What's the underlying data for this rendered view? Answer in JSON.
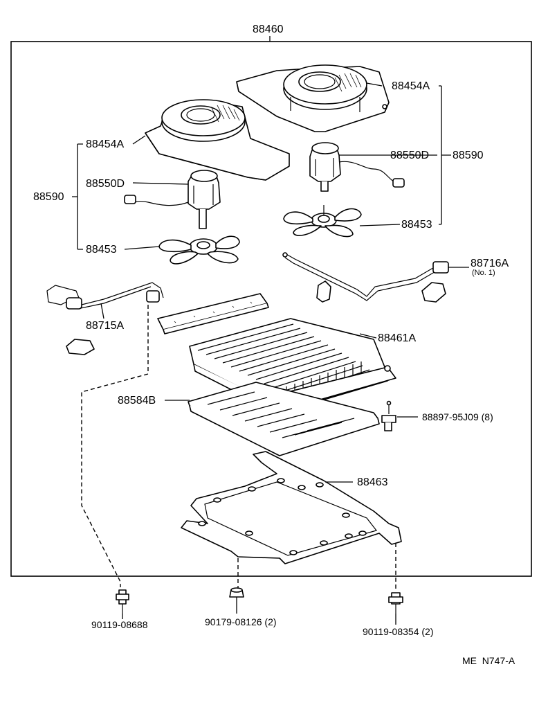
{
  "assembly": {
    "number": "88460"
  },
  "callouts": {
    "cover_right": "88454A",
    "cover_left": "88454A",
    "motor_right": "88550D",
    "motor_left": "88550D",
    "group_right": "88590",
    "group_left": "88590",
    "fan_right": "88453",
    "fan_left": "88453",
    "tube_right": "88716A",
    "tube_right_note": "(No. 1)",
    "tube_left": "88715A",
    "condenser": "88461A",
    "guard": "88584B",
    "bolt_small": "88897-95J09 (8)",
    "frame": "88463",
    "bolt_left": "90119-08688",
    "nut_mid": "90179-08126 (2)",
    "bolt_right": "90119-08354 (2)"
  },
  "footer": {
    "code": "ME  N747-A"
  }
}
